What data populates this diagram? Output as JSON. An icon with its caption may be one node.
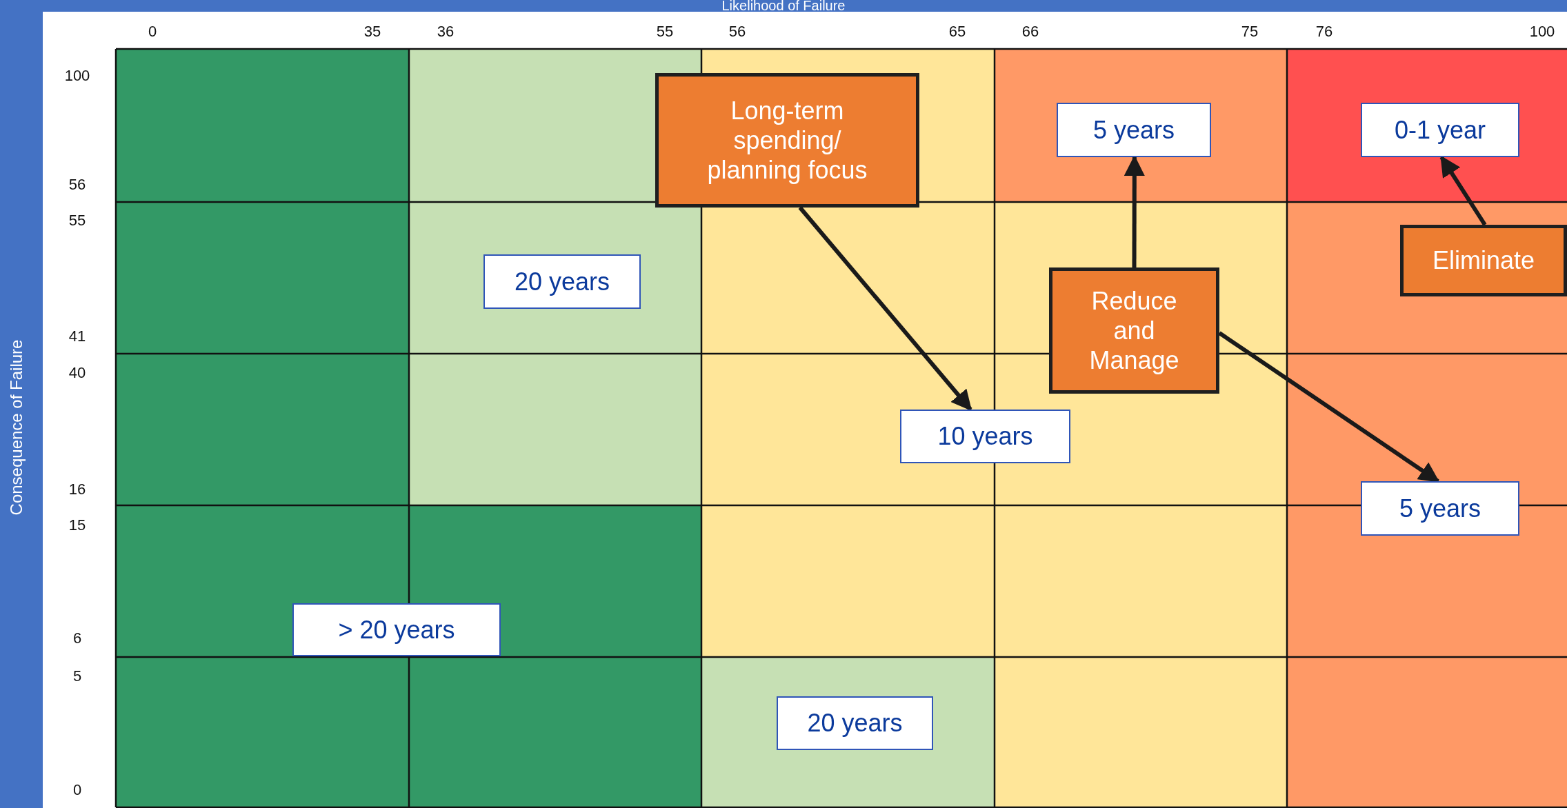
{
  "diagram": {
    "nodes": [
      {
        "text": [
          "Long-term spending/ planning focus"
        ]
      },
      {
        "text": [
          "5 years"
        ]
      },
      {
        "text": [
          "0-1 year"
        ]
      },
      {
        "text": [
          "20 years"
        ]
      },
      {
        "text": [
          "Reduce and Manage"
        ]
      },
      {
        "text": [
          "Eliminate"
        ]
      },
      {
        "text": [
          "10 years"
        ]
      },
      {
        "text": [
          "5 years"
        ]
      },
      {
        "text": [
          "> 20 years"
        ]
      },
      {
        "text": [
          "20 years"
        ]
      }
    ],
    "edges": [
      {
        "from": 0,
        "to": 6,
        "arrow": "to"
      },
      {
        "from": 4,
        "to": 1,
        "arrow": "to"
      },
      {
        "from": 4,
        "to": 7,
        "arrow": "to"
      },
      {
        "from": 5,
        "to": 2,
        "arrow": "to"
      }
    ],
    "labels": [
      "Likelihood of Failure",
      "0",
      "35",
      "36",
      "55",
      "56",
      "65",
      "66",
      "75",
      "76",
      "100",
      "Consequence of Failure",
      "100",
      "56",
      "55",
      "41",
      "40",
      "16",
      "15",
      "6",
      "5",
      "0"
    ]
  }
}
